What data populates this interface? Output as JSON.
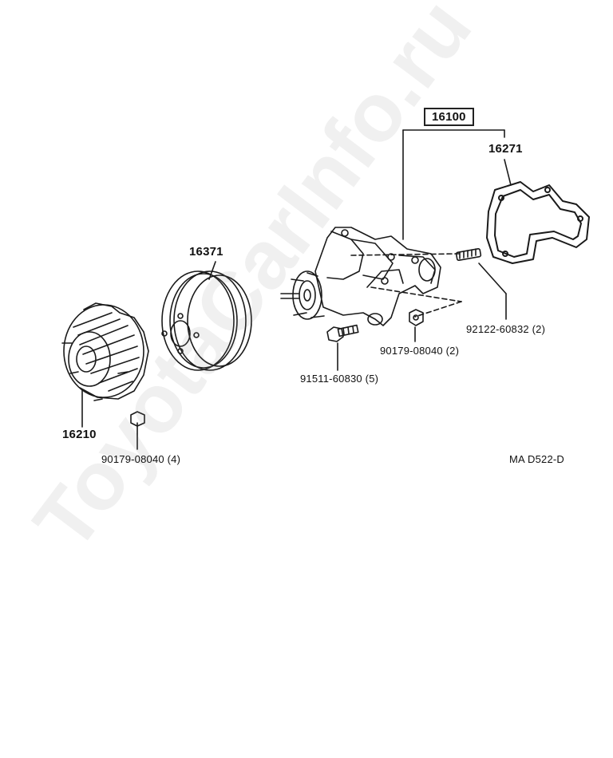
{
  "watermark": "ToyotaCarInfo.ru",
  "diagram_code": "MA  D522-D",
  "parts": {
    "water_pump_assy": "16100",
    "gasket": "16271",
    "pulley": "16371",
    "fan_coupling": "16210",
    "stud_bolt": "92122-60832 (2)",
    "nut_pump": "90179-08040 (2)",
    "bolt": "91511-60830 (5)",
    "nut_coupling": "90179-08040 (4)"
  }
}
